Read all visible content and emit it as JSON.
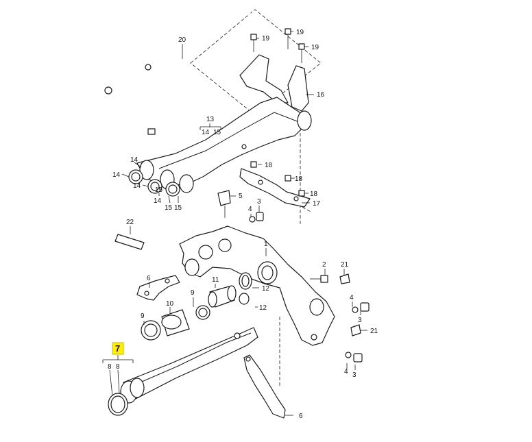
{
  "labels": {
    "l20": "20",
    "l19a": "19",
    "l19b": "19",
    "l19c": "19",
    "l16": "16",
    "l13": "13",
    "l14a": "14",
    "l15a": "15",
    "l14b": "14",
    "l14c": "14",
    "l14d": "14",
    "l15b": "15",
    "l14e": "14",
    "l15c": "15",
    "l18a": "18",
    "l18b": "18",
    "l18c": "18",
    "l17": "17",
    "l5": "5",
    "l4a": "4",
    "l3a": "3",
    "l22": "22",
    "l1": "1",
    "l2": "2",
    "l21a": "21",
    "l6a": "6",
    "l11": "11",
    "l12a": "12",
    "l12b": "12",
    "l9a": "9",
    "l10": "10",
    "l9b": "9",
    "l4b": "4",
    "l3b": "3",
    "l21b": "21",
    "l7": "7",
    "l8a": "8",
    "l8b": "8",
    "l4c": "4",
    "l3c": "3",
    "l6b": "6"
  },
  "highlight_color": "#ffee00"
}
